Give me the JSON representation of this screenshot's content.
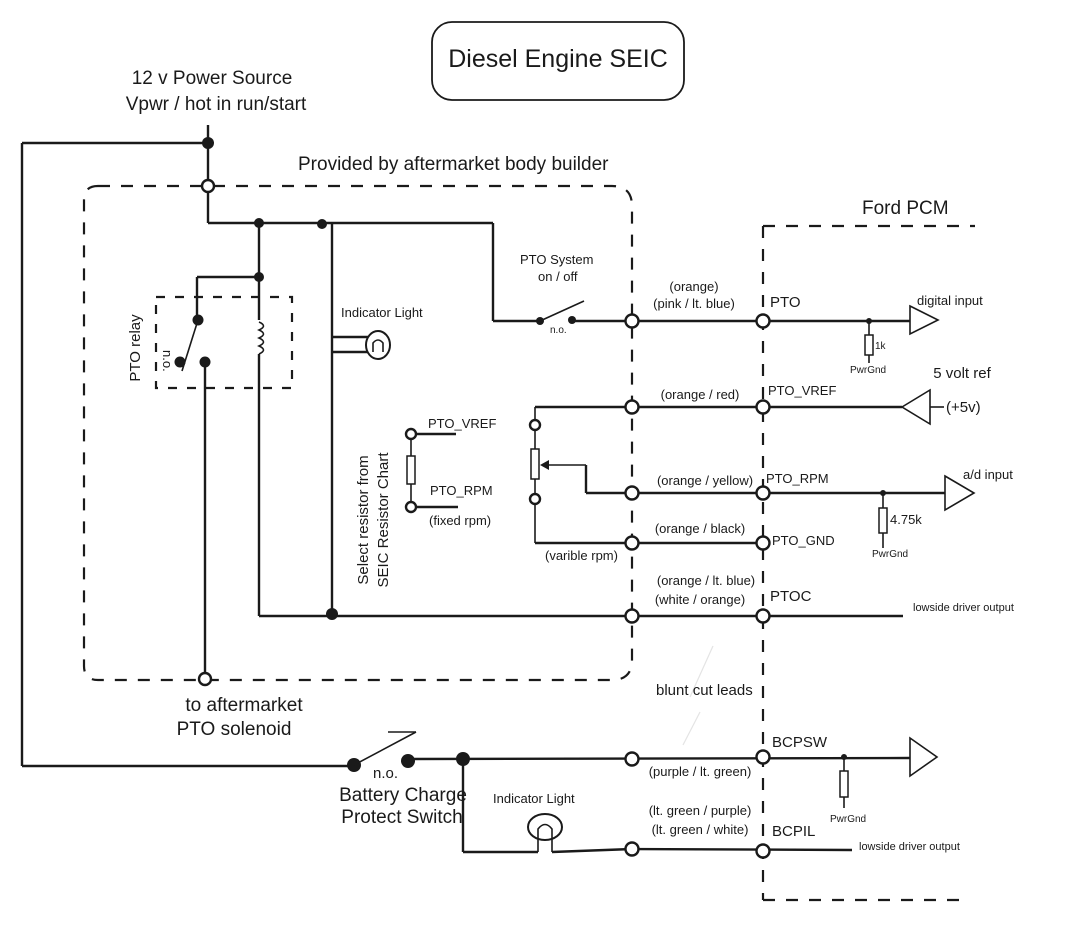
{
  "title": "Diesel Engine SEIC",
  "power_source": {
    "line1": "12 v Power Source",
    "line2": "Vpwr / hot in run/start"
  },
  "aftermarket_box_label": "Provided by aftermarket body builder",
  "pcm_box_label": "Ford PCM",
  "pto_relay": {
    "label": "PTO relay",
    "contact_label": "n.o."
  },
  "indicator_light_top": "Indicator Light",
  "indicator_light_bottom": "Indicator Light",
  "select_resistor": {
    "line1": "Select resistor from",
    "line2": "SEIC Resistor Chart"
  },
  "fixed_resistor": {
    "top_label": "PTO_VREF",
    "bottom_label": "PTO_RPM",
    "note": "(fixed rpm)"
  },
  "variable_rpm_label": "(varible rpm)",
  "pto_switch": {
    "line1": "PTO System",
    "line2": "on / off",
    "contact_label": "n.o."
  },
  "solenoid": {
    "line1": "to aftermarket",
    "line2": "PTO solenoid"
  },
  "battery_switch": {
    "contact_label": "n.o.",
    "line1": "Battery Charge",
    "line2": "Protect Switch"
  },
  "blunt_cut_label": "blunt cut leads",
  "circuits": [
    {
      "name": "PTO",
      "wire_colors": [
        "(orange)",
        "(pink / lt. blue)"
      ],
      "pcm_function": "digital input",
      "pull_resistor": "1k",
      "ground": "PwrGnd"
    },
    {
      "name": "PTO_VREF",
      "wire_colors": [
        "(orange / red)"
      ],
      "pcm_function": "5 volt ref",
      "supply": "(+5v)"
    },
    {
      "name": "PTO_RPM",
      "wire_colors": [
        "(orange / yellow)"
      ],
      "pcm_function": "a/d input",
      "pull_resistor": "4.75k",
      "ground": "PwrGnd"
    },
    {
      "name": "PTO_GND",
      "wire_colors": [
        "(orange / black)"
      ]
    },
    {
      "name": "PTOC",
      "wire_colors": [
        "(orange / lt. blue)",
        "(white / orange)"
      ],
      "pcm_function": "lowside driver output"
    },
    {
      "name": "BCPSW",
      "wire_colors": [
        "(purple / lt. green)"
      ],
      "ground": "PwrGnd"
    },
    {
      "name": "BCPIL",
      "wire_colors": [
        "(lt. green / purple)",
        "(lt. green / white)"
      ],
      "pcm_function": "lowside driver output"
    }
  ]
}
